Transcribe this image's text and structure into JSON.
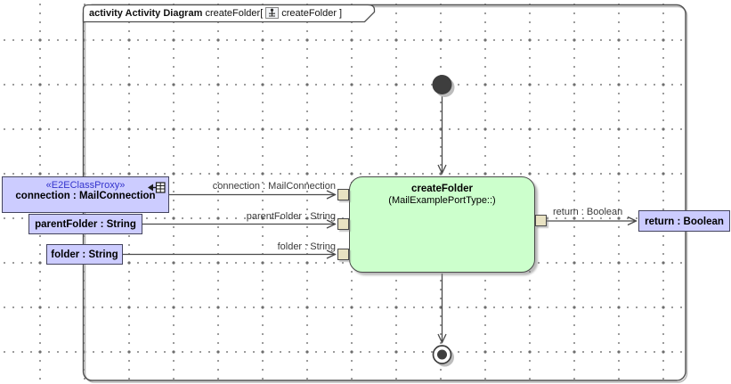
{
  "tab": {
    "kind": "activity Activity Diagram",
    "name_open": "createFolder[",
    "name_close": "createFolder ]"
  },
  "action_node": {
    "title": "createFolder",
    "subtitle": "(MailExamplePortType::)"
  },
  "object_nodes": {
    "connection": {
      "stereotype": "«E2EClassProxy»",
      "label": "connection : MailConnection"
    },
    "parent_folder": {
      "label": "parentFolder : String"
    },
    "folder": {
      "label": "folder : String"
    },
    "return_value": {
      "label": "return : Boolean"
    }
  },
  "edge_labels": {
    "connection": "connection : MailConnection",
    "parent_folder": "parentFolder : String",
    "folder": "folder : String",
    "return_value": "return : Boolean"
  },
  "icons": {
    "tab_icon": "activity-diagram-icon",
    "proxy_icon": "class-proxy-icon"
  },
  "colors": {
    "accent_blue": "#3333cc",
    "object_fill": "#ccccff",
    "object_border": "#44445e",
    "action_fill": "#ccffcc",
    "action_border": "#4a4a4a",
    "pin_fill": "#e8e2c2",
    "pin_border": "#4a4a4a",
    "edge": "#4a4a4a",
    "frame_border": "#4f4f4f",
    "node_fill": "#3e3e3e",
    "shadow": "#bdbdbd",
    "grid_dot": "#8f8f8f",
    "grid_plus": "#6e6e6e",
    "label_text": "#3a3a3a"
  }
}
